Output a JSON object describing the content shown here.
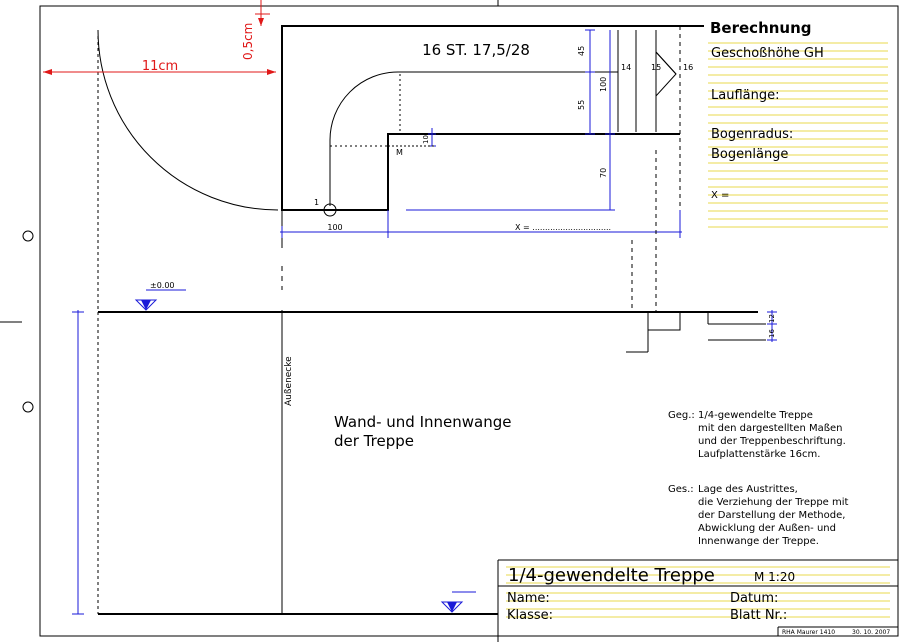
{
  "colors": {
    "ink": "#000000",
    "dimension": "#1a1ad8",
    "annotation": "#e01818",
    "ruling": "#e8d84c"
  },
  "plan": {
    "header": "16 ST. 17,5/28",
    "step_numbers": {
      "first": "1",
      "m": "M",
      "s14": "14",
      "s15": "15",
      "s16": "16"
    },
    "dims": {
      "d45": "45",
      "d55": "55",
      "d100_right": "100",
      "d10": "10",
      "d70": "70",
      "d100_bottom": "100",
      "x_eq": "X = ..............................."
    }
  },
  "red_notes": {
    "width": "11cm",
    "offset": "0,5cm"
  },
  "calculation": {
    "title": "Berechnung",
    "rows": [
      "Geschoßhöhe GH",
      "Lauflänge:",
      "Bogenradus:",
      "Bogenlänge",
      "X ="
    ]
  },
  "elevation": {
    "level_label": "±0.00",
    "edge_label": "Außenecke",
    "dim12": "12",
    "dim16": "16"
  },
  "subject": {
    "line1": "Wand- und Innenwange",
    "line2": "der Treppe"
  },
  "given": {
    "label": "Geg.:",
    "lines": [
      "1/4-gewendelte Treppe",
      "mit den dargestellten Maßen",
      "und der Treppenbeschriftung.",
      "Laufplattenstärke 16cm."
    ]
  },
  "sought": {
    "label": "Ges.:",
    "lines": [
      "Lage des Austrittes,",
      "die Verziehung der Treppe mit",
      "der Darstellung der Methode,",
      "Abwicklung der Außen- und",
      "Innenwange der Treppe."
    ]
  },
  "title_block": {
    "title": "1/4-gewendelte Treppe",
    "scale": "M 1:20",
    "name_label": "Name:",
    "date_label": "Datum:",
    "class_label": "Klasse:",
    "sheet_label": "Blatt Nr.:",
    "footer_author": "RHA Maurer 1410",
    "footer_date": "30. 10. 2007"
  }
}
